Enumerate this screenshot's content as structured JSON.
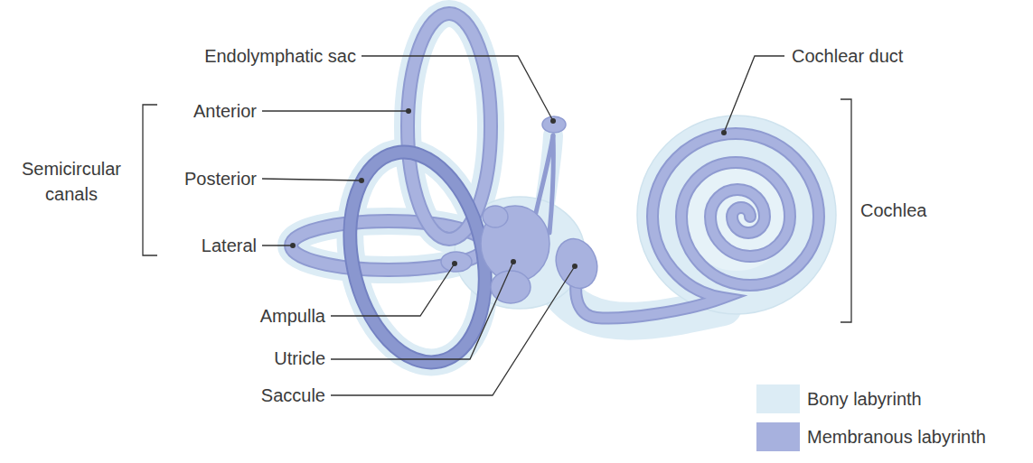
{
  "diagram": {
    "labels": [
      "Endolymphatic sac",
      "Cochlear duct",
      "Anterior",
      "Semicircular canals",
      "Posterior",
      "Cochlea",
      "Lateral",
      "Ampulla",
      "Utricle",
      "Saccule"
    ],
    "legend": [
      {
        "text": "Bony labyrinth",
        "color": "#dcecf5"
      },
      {
        "text": "Membranous labyrinth",
        "color": "#a7b1de"
      }
    ]
  }
}
